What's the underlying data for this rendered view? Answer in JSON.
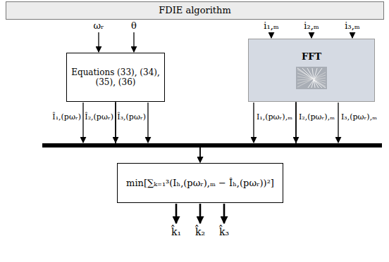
{
  "diagram": {
    "nodes": [
      {
        "text": [
          "FDIE algorithm"
        ]
      },
      {
        "text": [
          "Equations (33), (34), (35), (36)"
        ]
      },
      {
        "text": [
          "FFT"
        ]
      },
      {
        "text": [
          "min[∑ₖ₌₁³(Iₕ,(pωᵣ),ₘ − Îₕ,(pωᵣ))²]"
        ]
      }
    ],
    "edges": [
      {
        "from": 1,
        "to": 3,
        "arrow": "to"
      },
      {
        "from": 2,
        "to": 3,
        "arrow": "to"
      }
    ],
    "labels": [
      "ωᵣ",
      "θ",
      "i₁,ₘ",
      "i₂,ₘ",
      "i₃,ₘ",
      "Î₁,(pωᵣ)",
      "Î₂,(pωᵣ)",
      "Î₃,(pωᵣ)",
      "I₁,(pωᵣ),ₘ",
      "I₂,(pωᵣ),ₘ",
      "I₃,(pωᵣ),ₘ",
      "k̂₁",
      "k̂₂",
      "k̂₃"
    ]
  }
}
